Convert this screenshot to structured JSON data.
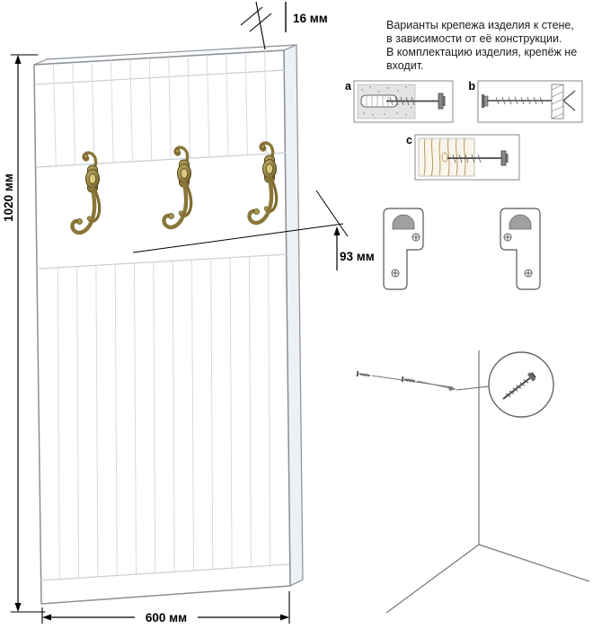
{
  "dimensions": {
    "height": "1020 мм",
    "width": "600 мм",
    "thickness": "16 мм",
    "hook_offset": "93 мм"
  },
  "note": {
    "lines": [
      "Варианты крепежа изделия к стене,",
      "в зависимости от её конструкции.",
      "В комплектацию изделия, крепёж не",
      "входит."
    ]
  },
  "fastener_options": {
    "a": "a",
    "b": "b",
    "c": "c"
  },
  "colors": {
    "panel_fill": "#ffffff",
    "panel_edge": "#8a9097",
    "groove_line": "#c9ced5",
    "hook_bronze": "#8a7638",
    "hook_bronze_light": "#c2ae62",
    "hook_outline": "#55481f",
    "dimension_line": "#000000",
    "diagram_line": "#6e6e6e",
    "bracket_slot_gray": "#a0a0a0"
  }
}
